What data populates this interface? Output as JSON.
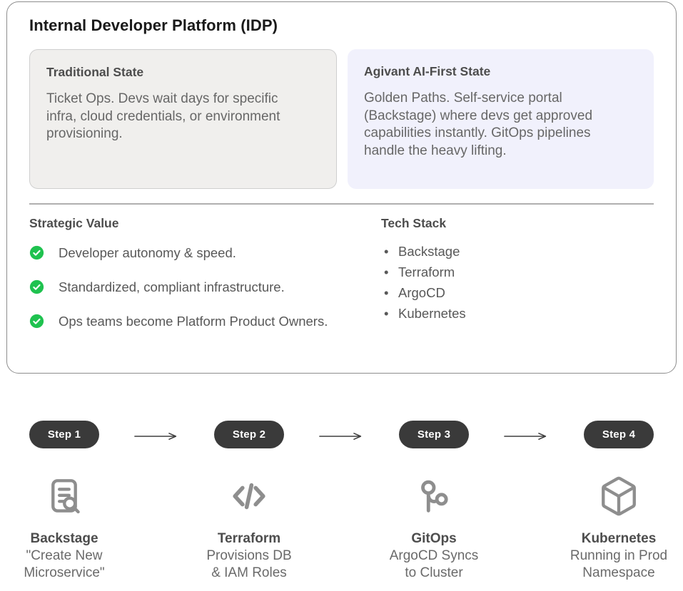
{
  "colors": {
    "accent_green": "#1fc24f",
    "pill_bg": "#3a3a3a",
    "icon_gray": "#8e8e8e",
    "traditional_box_bg": "#f0efed",
    "ai_box_bg": "#f1f1fc",
    "card_border": "#8d8d8d"
  },
  "idp_card": {
    "title": "Internal Developer Platform (IDP)",
    "traditional_state": {
      "heading": "Traditional State",
      "body": "Ticket Ops. Devs wait days for specific infra, cloud credentials, or environment provisioning."
    },
    "ai_first_state": {
      "heading": "Agivant AI-First State",
      "body": "Golden Paths. Self-service portal (Backstage) where devs get approved capabilities instantly. GitOps pipelines handle the heavy lifting."
    },
    "strategic_value": {
      "heading": "Strategic Value",
      "items": [
        "Developer autonomy & speed.",
        "Standardized, compliant infrastructure.",
        "Ops teams become Platform Product Owners."
      ]
    },
    "tech_stack": {
      "heading": "Tech Stack",
      "items": [
        "Backstage",
        "Terraform",
        "ArgoCD",
        "Kubernetes"
      ]
    }
  },
  "workflow": {
    "steps": [
      {
        "badge": "Step 1",
        "icon": "file-search-icon",
        "title": "Backstage",
        "subtitle": "\"Create New Microservice\""
      },
      {
        "badge": "Step 2",
        "icon": "code-icon",
        "title": "Terraform",
        "subtitle": "Provisions DB & IAM Roles"
      },
      {
        "badge": "Step 3",
        "icon": "git-branch-icon",
        "title": "GitOps",
        "subtitle": "ArgoCD Syncs to Cluster"
      },
      {
        "badge": "Step 4",
        "icon": "cube-icon",
        "title": "Kubernetes",
        "subtitle": "Running in Prod Namespace"
      }
    ]
  }
}
